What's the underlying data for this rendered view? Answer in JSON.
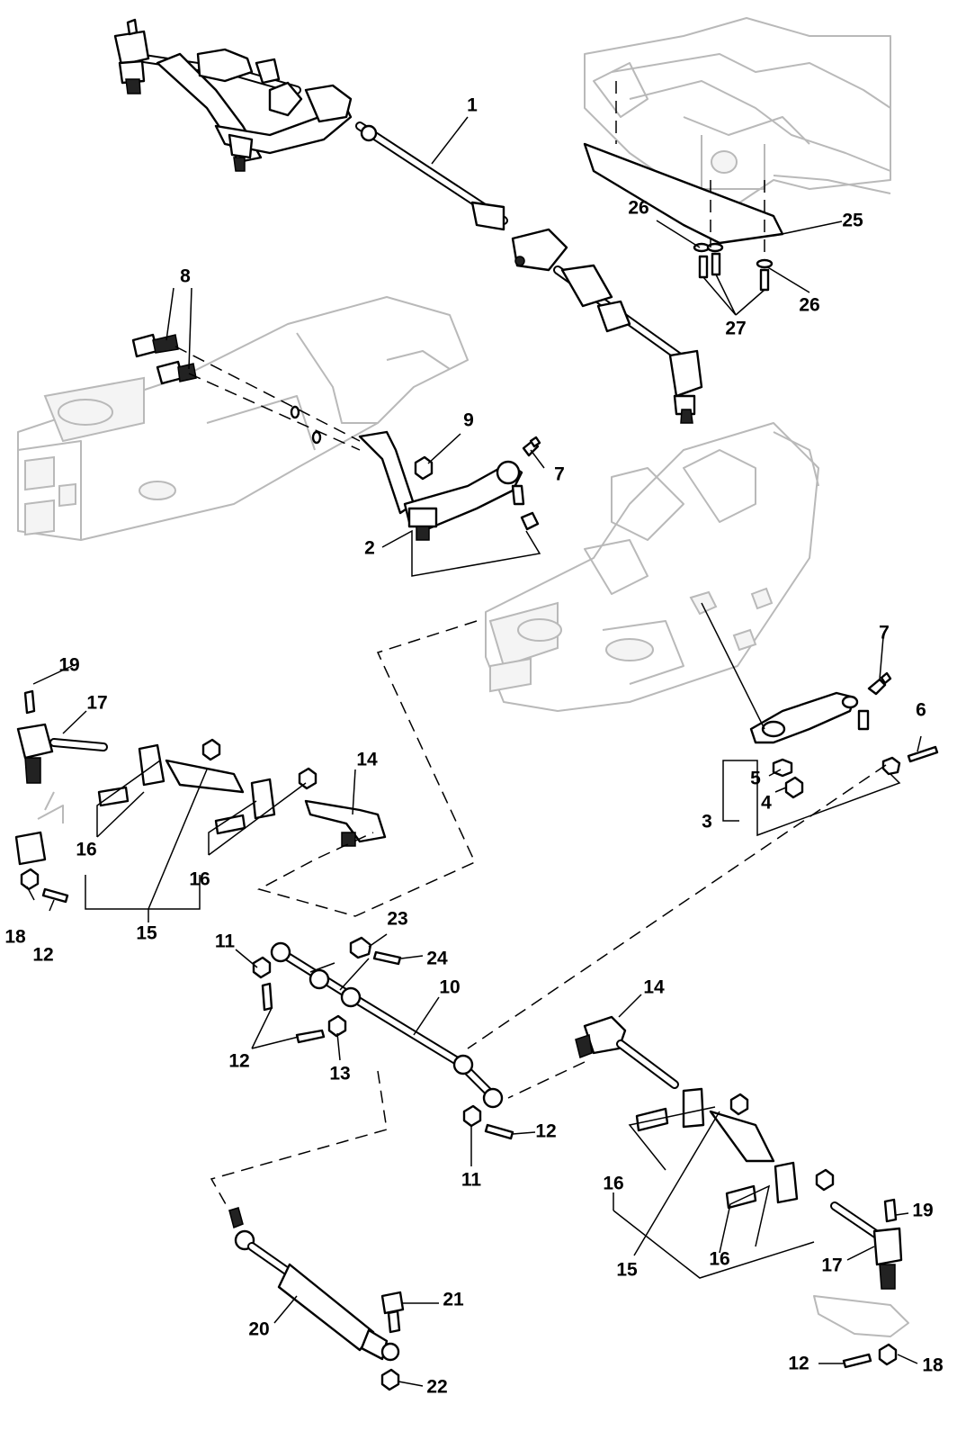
{
  "callouts": [
    {
      "id": "c1",
      "text": "1"
    },
    {
      "id": "c2",
      "text": "2"
    },
    {
      "id": "c3",
      "text": "3"
    },
    {
      "id": "c4",
      "text": "4"
    },
    {
      "id": "c5",
      "text": "5"
    },
    {
      "id": "c6",
      "text": "6"
    },
    {
      "id": "c7a",
      "text": "7"
    },
    {
      "id": "c7b",
      "text": "7"
    },
    {
      "id": "c8",
      "text": "8"
    },
    {
      "id": "c9",
      "text": "9"
    },
    {
      "id": "c10",
      "text": "10"
    },
    {
      "id": "c11a",
      "text": "11"
    },
    {
      "id": "c11b",
      "text": "11"
    },
    {
      "id": "c12a",
      "text": "12"
    },
    {
      "id": "c12b",
      "text": "12"
    },
    {
      "id": "c12c",
      "text": "12"
    },
    {
      "id": "c12d",
      "text": "12"
    },
    {
      "id": "c13",
      "text": "13"
    },
    {
      "id": "c14a",
      "text": "14"
    },
    {
      "id": "c14b",
      "text": "14"
    },
    {
      "id": "c15a",
      "text": "15"
    },
    {
      "id": "c15b",
      "text": "15"
    },
    {
      "id": "c16a",
      "text": "16"
    },
    {
      "id": "c16b",
      "text": "16"
    },
    {
      "id": "c16c",
      "text": "16"
    },
    {
      "id": "c16d",
      "text": "16"
    },
    {
      "id": "c17a",
      "text": "17"
    },
    {
      "id": "c17b",
      "text": "17"
    },
    {
      "id": "c18a",
      "text": "18"
    },
    {
      "id": "c18b",
      "text": "18"
    },
    {
      "id": "c19a",
      "text": "19"
    },
    {
      "id": "c19b",
      "text": "19"
    },
    {
      "id": "c20",
      "text": "20"
    },
    {
      "id": "c21",
      "text": "21"
    },
    {
      "id": "c22",
      "text": "22"
    },
    {
      "id": "c23",
      "text": "23"
    },
    {
      "id": "c24",
      "text": "24"
    },
    {
      "id": "c25",
      "text": "25"
    },
    {
      "id": "c26a",
      "text": "26"
    },
    {
      "id": "c26b",
      "text": "26"
    },
    {
      "id": "c27",
      "text": "27"
    }
  ]
}
